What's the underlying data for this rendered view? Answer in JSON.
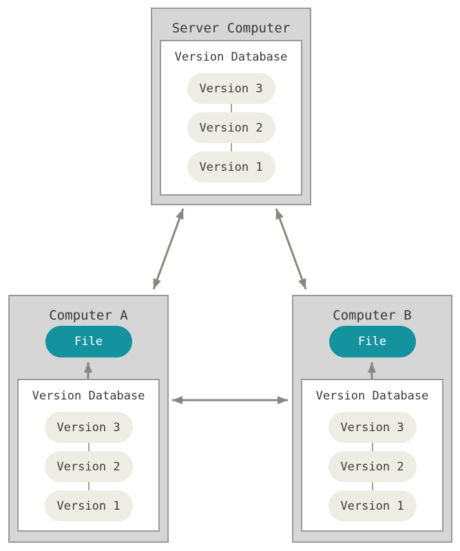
{
  "diagram": {
    "description": "Centralized version control diagram",
    "server": {
      "title": "Server Computer",
      "database": {
        "title": "Version Database",
        "versions": [
          "Version 3",
          "Version 2",
          "Version 1"
        ]
      }
    },
    "computer_a": {
      "title": "Computer A",
      "file_label": "File",
      "database": {
        "title": "Version Database",
        "versions": [
          "Version 3",
          "Version 2",
          "Version 1"
        ]
      }
    },
    "computer_b": {
      "title": "Computer B",
      "file_label": "File",
      "database": {
        "title": "Version Database",
        "versions": [
          "Version 3",
          "Version 2",
          "Version 1"
        ]
      }
    },
    "connections": [
      {
        "from": "server",
        "to": "computer_a",
        "bidirectional": true
      },
      {
        "from": "server",
        "to": "computer_b",
        "bidirectional": true
      },
      {
        "from": "computer_a",
        "to": "computer_b",
        "bidirectional": true
      },
      {
        "from": "computer_a.database",
        "to": "computer_a.file",
        "bidirectional": false
      },
      {
        "from": "computer_b.database",
        "to": "computer_b.file",
        "bidirectional": false
      }
    ]
  },
  "colors": {
    "machine_fill": "#d6d6d6",
    "machine_border": "#98999b",
    "db_fill": "#ffffff",
    "db_border": "#98999b",
    "version_pill_fill": "#edede4",
    "file_pill_fill": "#14929e",
    "file_pill_text": "#ffffff",
    "text": "#3b3836",
    "arrow": "#8d8680",
    "pill_connector": "#a3a39b"
  }
}
